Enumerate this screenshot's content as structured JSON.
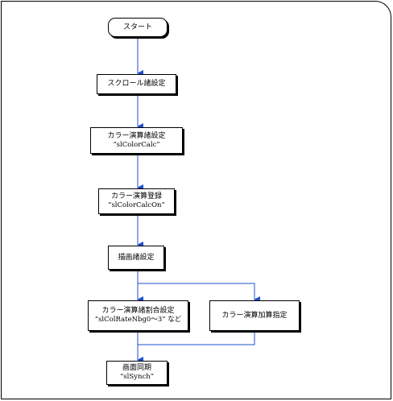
{
  "flowchart": {
    "line_color": "#1f4fd0",
    "nodes": [
      {
        "id": "start",
        "label": "スタート",
        "sub": ""
      },
      {
        "id": "scroll",
        "label": "スクロール諸設定",
        "sub": ""
      },
      {
        "id": "color-calc",
        "label": "カラー演算諸設定",
        "sub": "“slColorCalc”"
      },
      {
        "id": "color-calc-on",
        "label": "カラー演算登録",
        "sub": "“slColorCalcOn”"
      },
      {
        "id": "draw",
        "label": "描画諸設定",
        "sub": ""
      },
      {
        "id": "ratio",
        "label": "カラー演算諸割合設定",
        "sub": "“slColRateNbg0〜3” など"
      },
      {
        "id": "additive",
        "label": "カラー演算加算指定",
        "sub": ""
      },
      {
        "id": "sync",
        "label": "画面同期",
        "sub": "“slSynch”"
      }
    ]
  }
}
